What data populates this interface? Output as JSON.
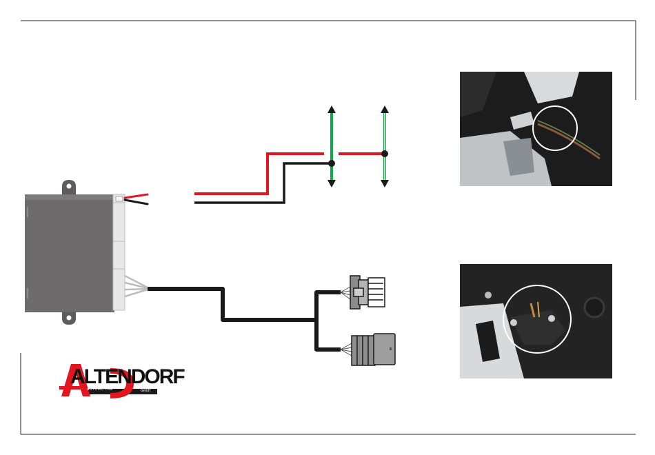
{
  "logo": {
    "brand_text": "ALTENDORF",
    "subtitle": "AUTOMOTIVE",
    "suffix": "GmbH"
  },
  "colors": {
    "red_wire": "#e3161f",
    "black_wire": "#1a1a1a",
    "green_wire": "#10a84a",
    "module_body": "#6d6b6c",
    "logo_red": "#e3161f"
  },
  "photos": [
    {
      "name": "photo-top",
      "description_icon": "wiring-loom-photo"
    },
    {
      "name": "photo-bottom",
      "description_icon": "pedal-sensor-photo"
    }
  ]
}
